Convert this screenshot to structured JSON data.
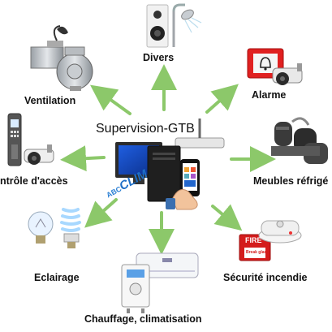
{
  "center": {
    "title": "Supervision-GTB",
    "brand_prefix": "ABC",
    "brand_name": "CLIM"
  },
  "nodes": {
    "divers": "Divers",
    "alarme": "Alarme",
    "ventilation": "Ventilation",
    "meubles": "Meubles réfrigé",
    "controle": "ntrôle d'accès",
    "securite": "Sécurité incendie",
    "eclairage": "Eclairage",
    "chauffage": "Chauffage, climatisation"
  },
  "fire_sign": {
    "top": "FIRE",
    "bottom": "Break glass"
  },
  "colors": {
    "arrow": "#8cc86a",
    "alarm_red": "#e02020",
    "fire_red": "#d41c1c",
    "brand_blue": "#1f6fc7",
    "monitor_blue": "#1c55c8"
  }
}
